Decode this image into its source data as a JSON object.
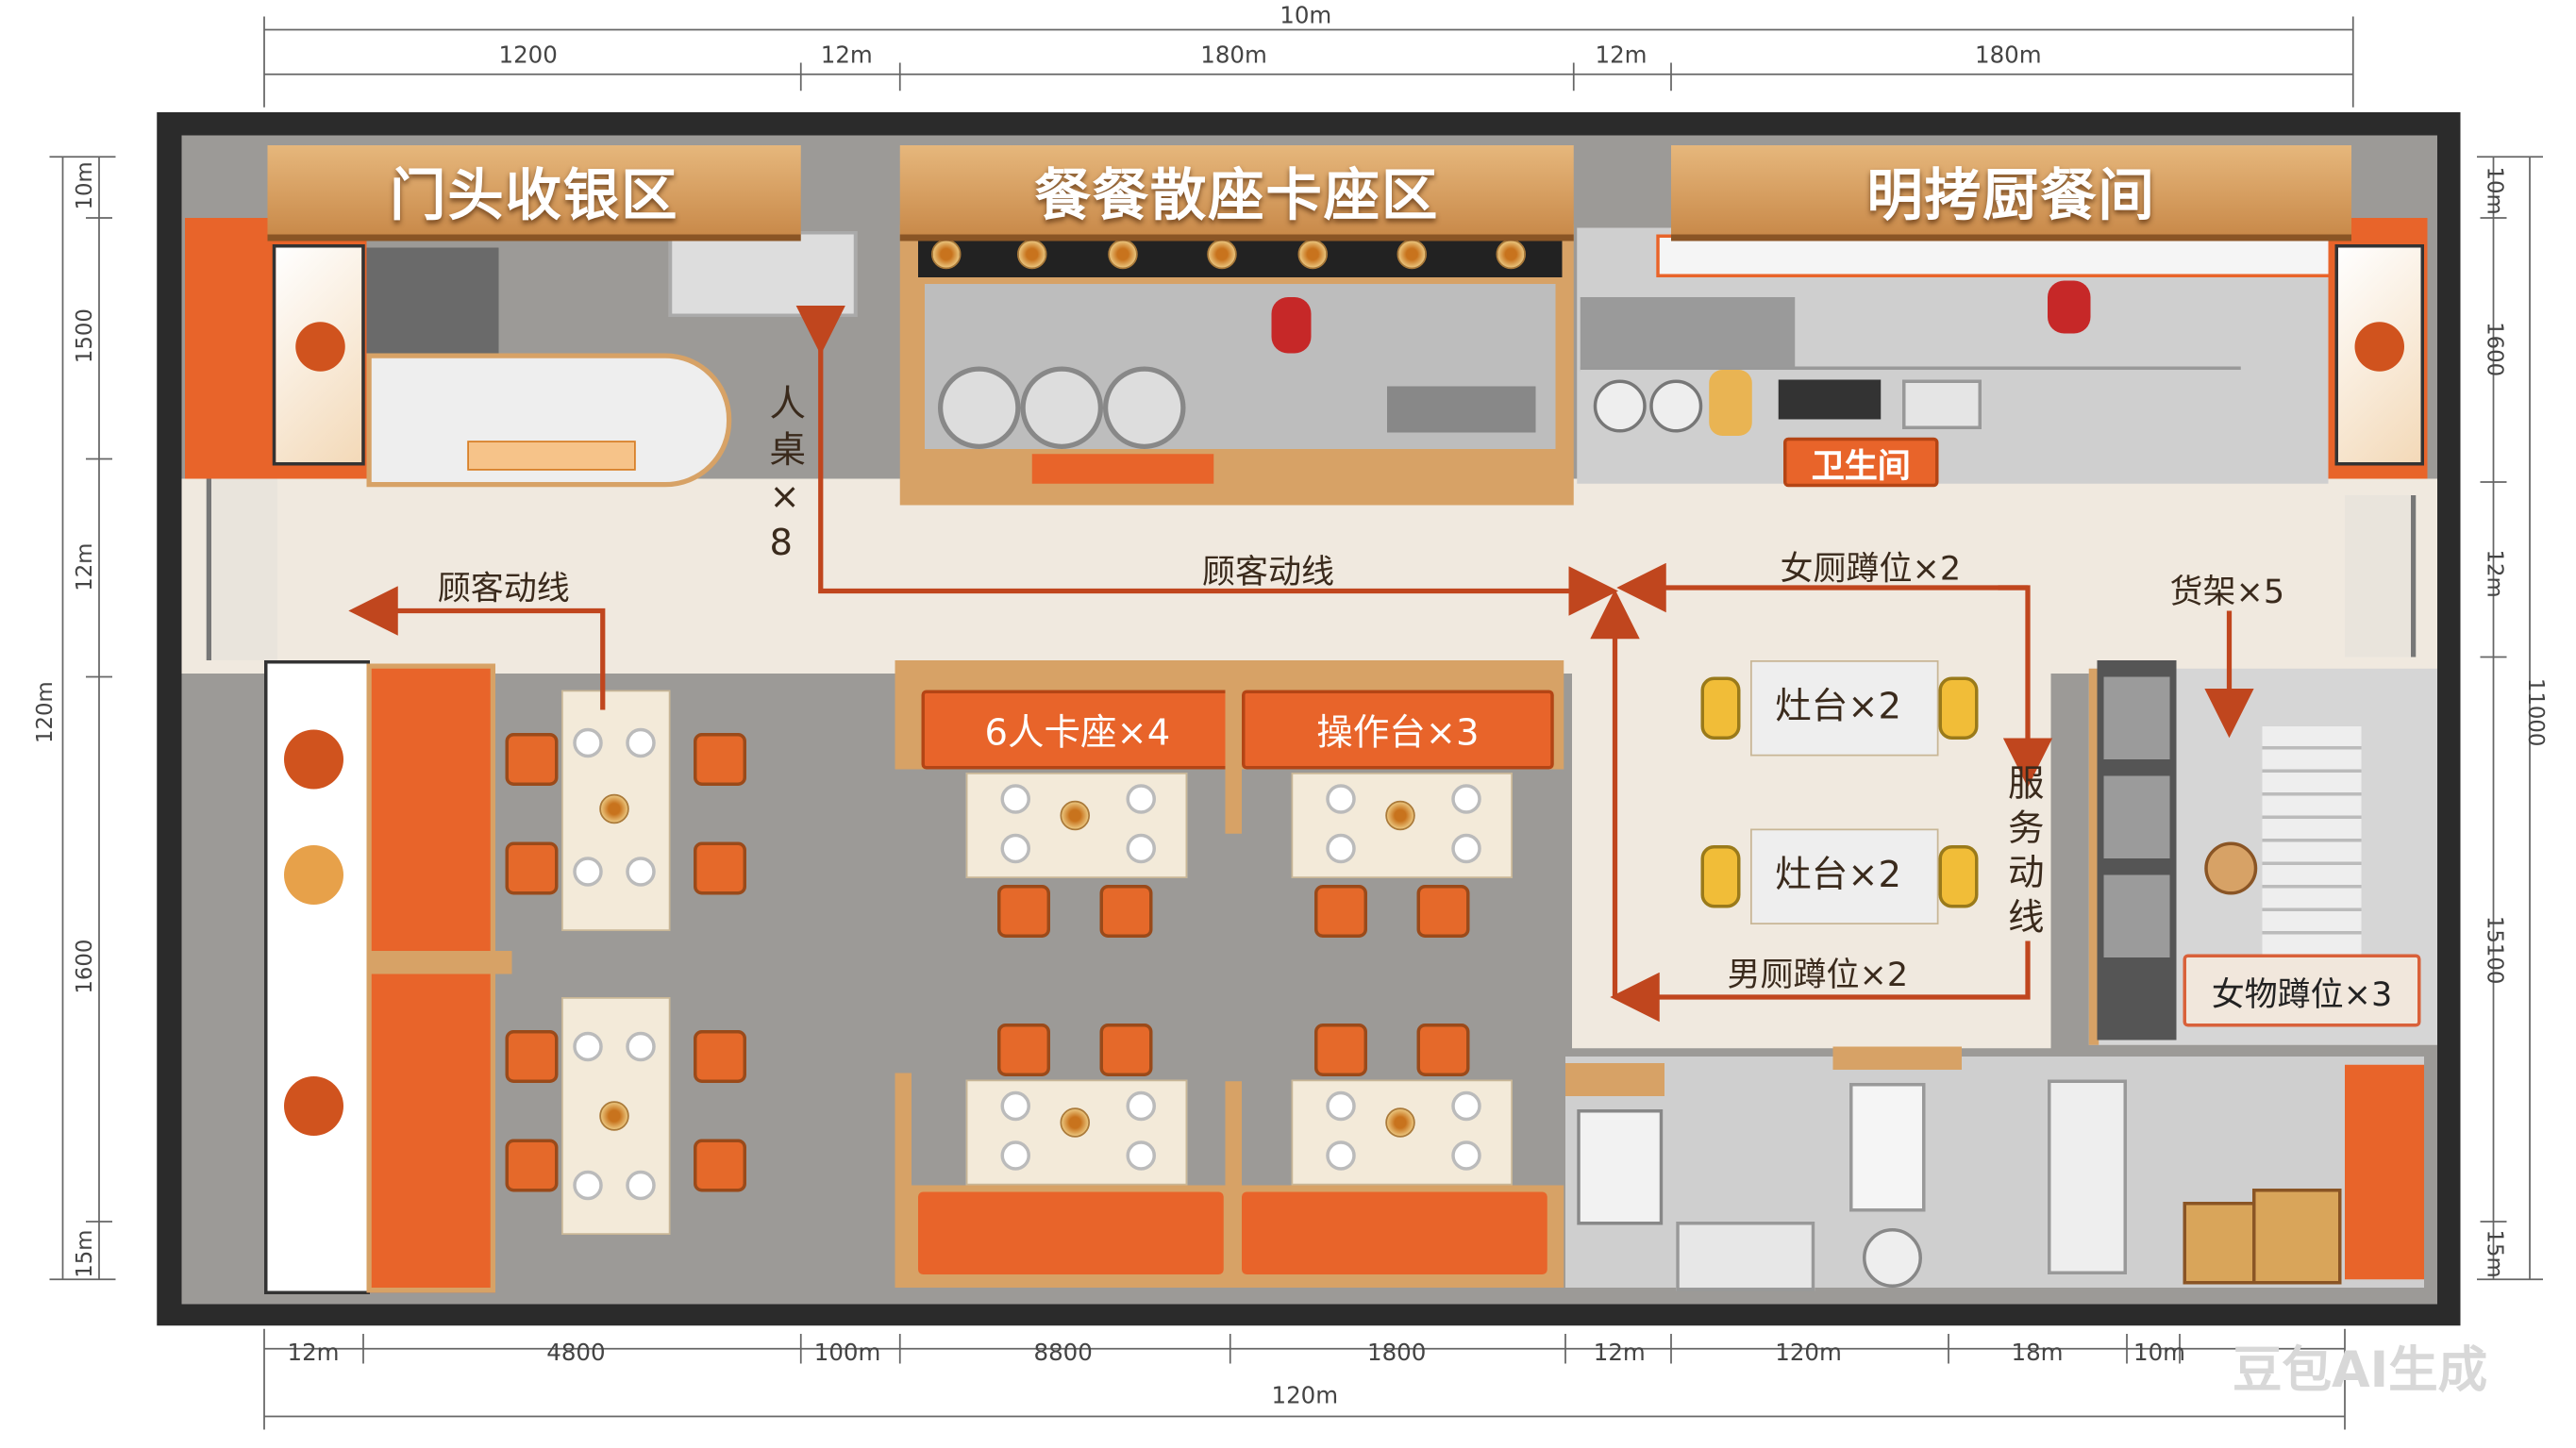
{
  "dimensions": {
    "top_total": "10m",
    "top": [
      "1200",
      "12m",
      "180m",
      "12m",
      "180m"
    ],
    "bottom": [
      "12m",
      "4800",
      "100m",
      "8800",
      "1800",
      "12m",
      "120m",
      "18m",
      "10m"
    ],
    "bottom_total": "120m",
    "left": [
      "10m",
      "1500",
      "12m",
      "1600",
      "15m"
    ],
    "left_total": "120m",
    "right": [
      "10m",
      "1600",
      "12m",
      "15100",
      "15m"
    ],
    "right_total": "11000"
  },
  "signs": {
    "entrance_cashier": "门头收银区",
    "dining_booth": "餐餐散座卡座区",
    "grill_kitchen": "明拷厨餐间"
  },
  "labels": {
    "customer_flow_left": "顾客动线",
    "customer_flow_center": "顾客动线",
    "service_flow": "服务动线",
    "tables_8": "人桌×8",
    "female_toilets": "女厕蹲位×2",
    "male_toilets": "男厕蹲位×2",
    "shelves": "货架×5",
    "stove_1": "灶台×2",
    "stove_2": "灶台×2",
    "booth_6": "6人卡座×4",
    "workbench": "操作台×3",
    "storage": "女物蹲位×3",
    "restroom": "卫生间"
  },
  "watermark": "豆包AI生成",
  "colors": {
    "accent": "#e8642a",
    "wood": "#d7a266",
    "floor_tile": "#9a9a9a",
    "corridor": "#f0e9df",
    "arrow": "#c0461e"
  }
}
